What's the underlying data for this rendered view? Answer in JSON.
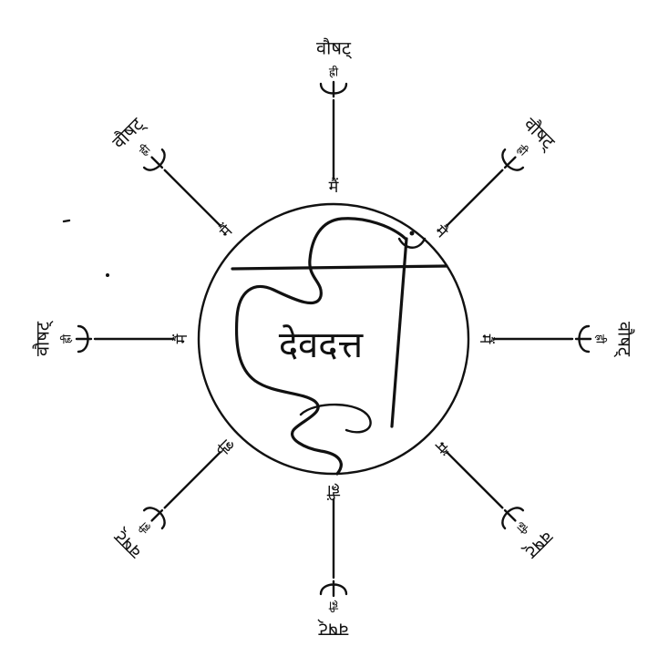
{
  "center": {
    "name": "देवदत्त"
  },
  "spokes": [
    {
      "direction": "north",
      "inner": "मैं",
      "mid": "ह्री",
      "outer": "वौषट्"
    },
    {
      "direction": "north-east",
      "inner": "मै",
      "mid": "ह्री",
      "outer": "वौषट्"
    },
    {
      "direction": "east",
      "inner": "मैं",
      "mid": "ह्री",
      "outer": "वौषट्"
    },
    {
      "direction": "south-east",
      "inner": "मैं",
      "mid": "ह्री",
      "outer": "वषट्"
    },
    {
      "direction": "south",
      "inner": "ह्रीं",
      "mid": "ह्री",
      "outer": "वषट्"
    },
    {
      "direction": "south-west",
      "inner": "ह्री",
      "mid": "ह्री",
      "outer": "वषट्"
    },
    {
      "direction": "west",
      "inner": "मैं",
      "mid": "ह्री",
      "outer": "वौषट्"
    },
    {
      "direction": "north-west",
      "inner": "मैं",
      "mid": "ह्री",
      "outer": "वौषट्"
    }
  ],
  "bija_mark": "ँ"
}
